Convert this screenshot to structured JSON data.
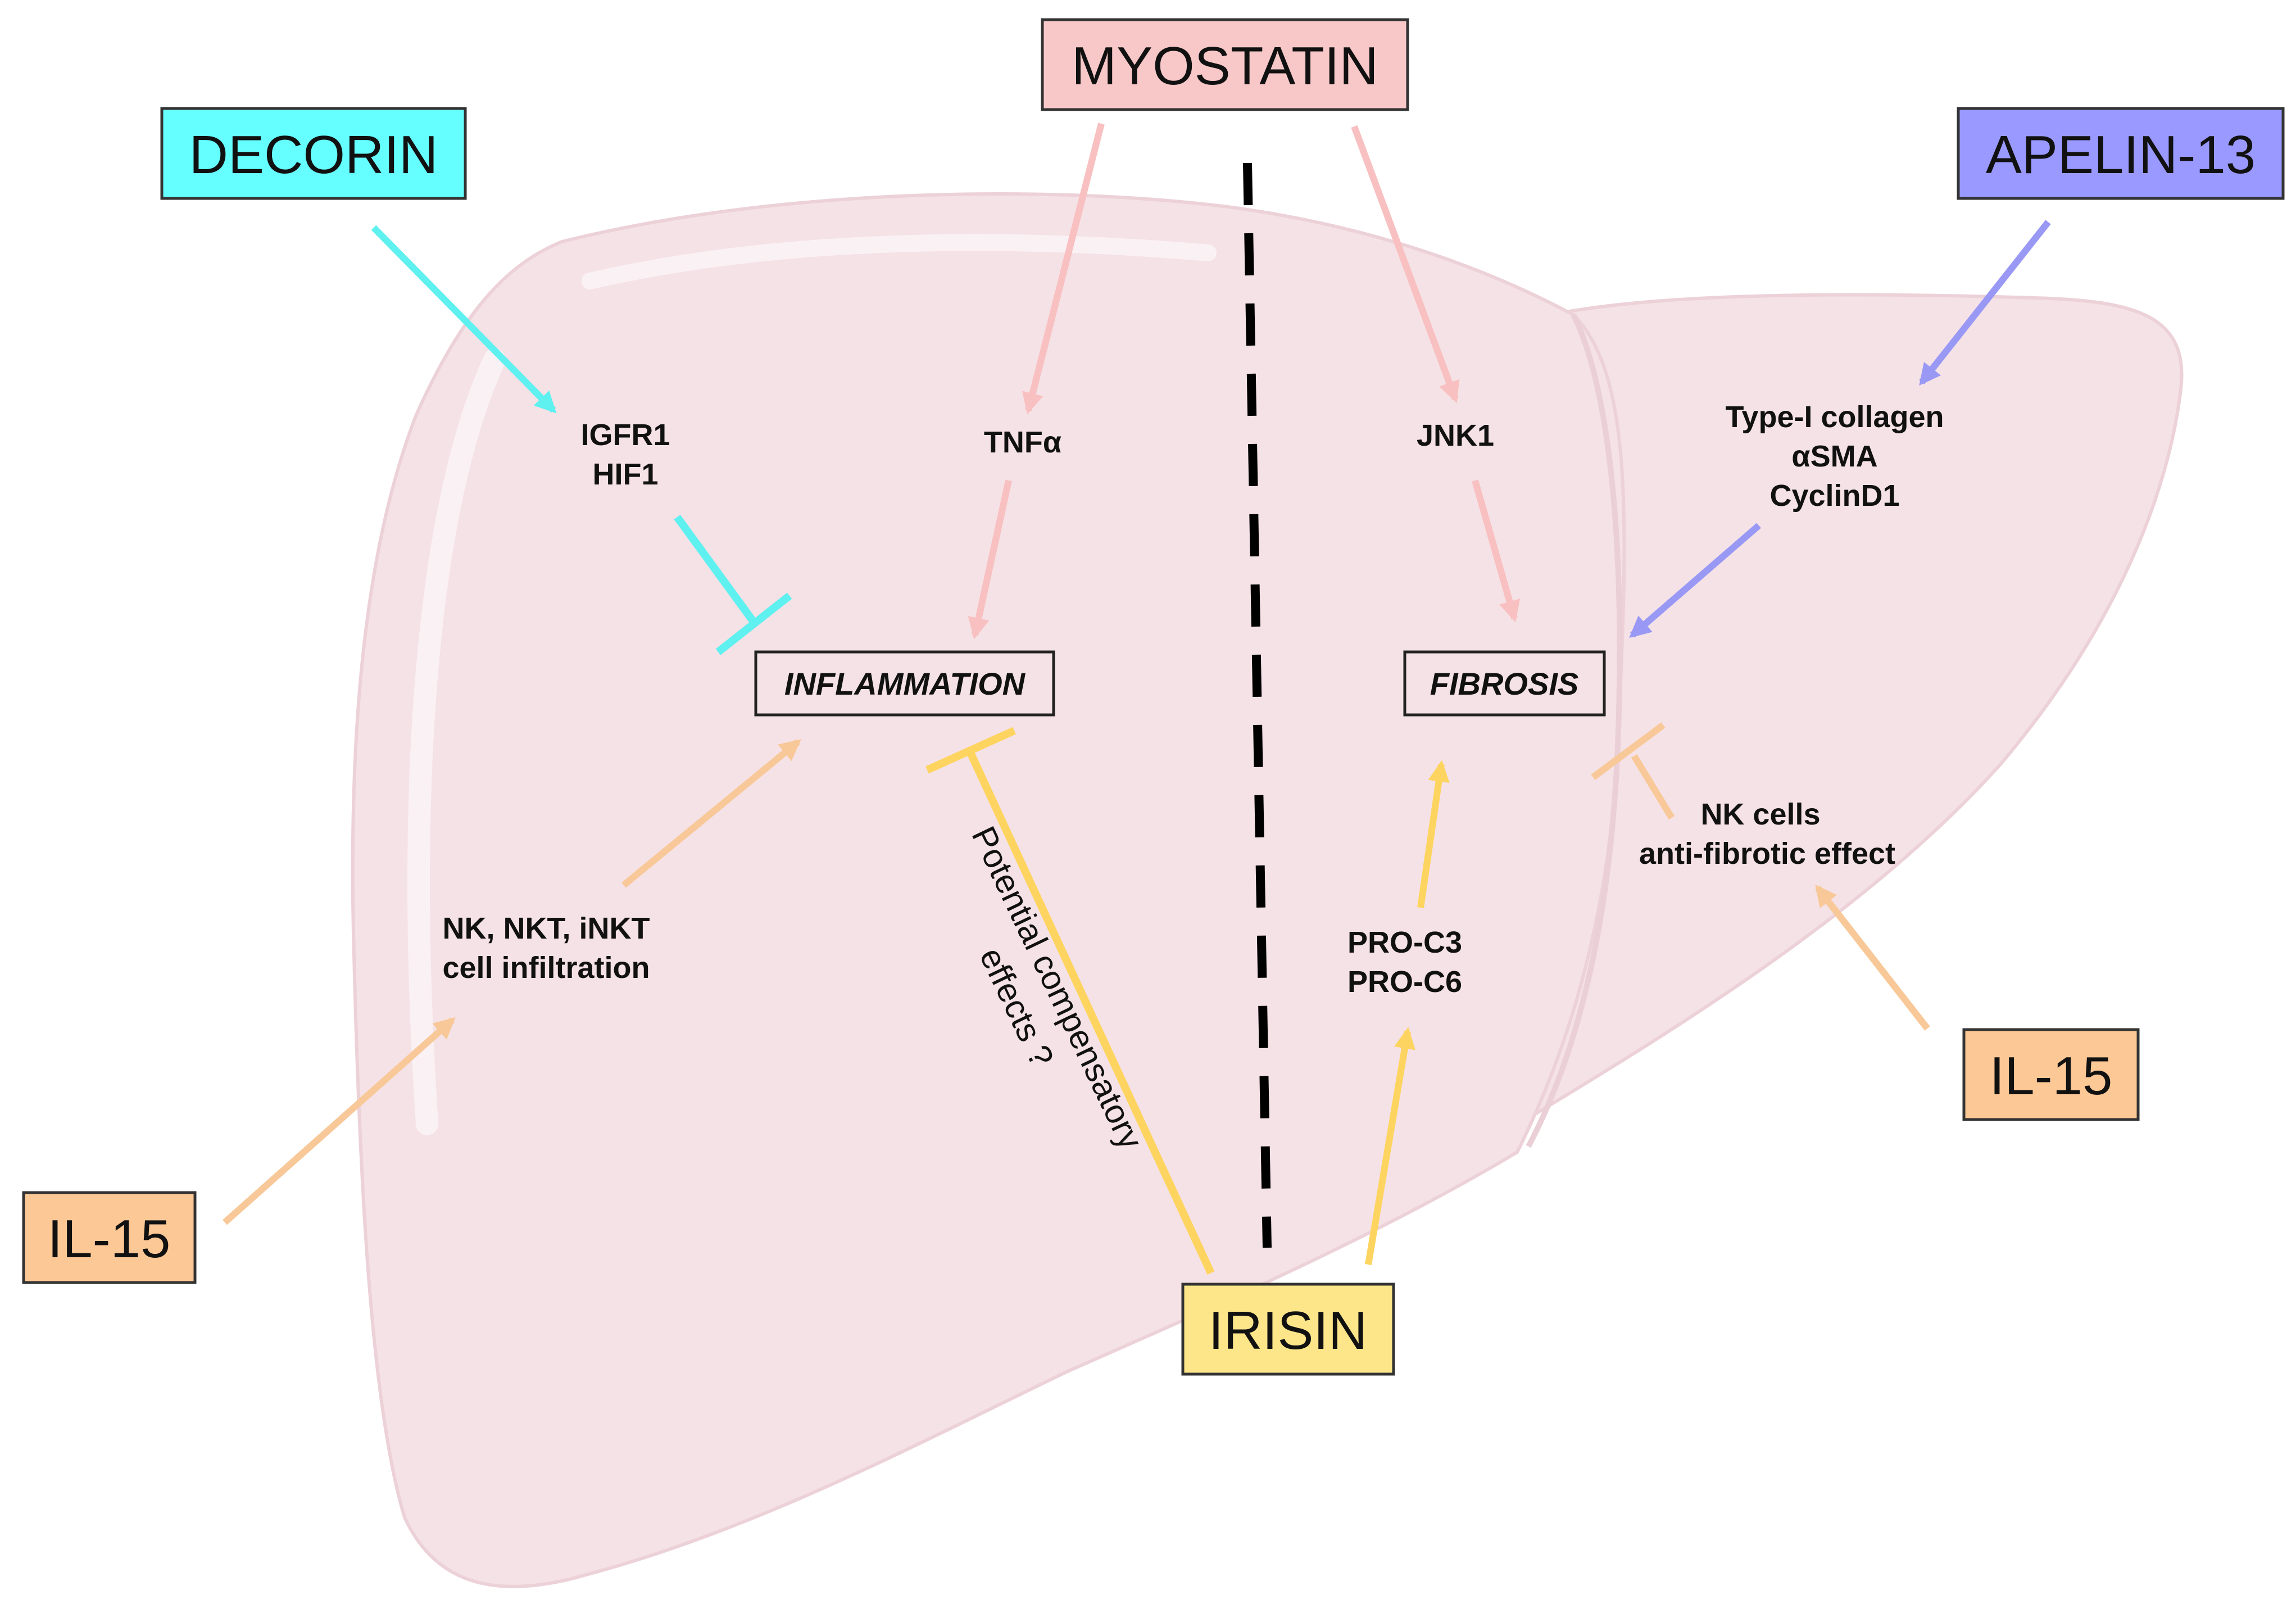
{
  "myokines": {
    "myostatin": "MYOSTATIN",
    "decorin": "DECORIN",
    "apelin13": "APELIN-13",
    "il15_left": "IL-15",
    "il15_right": "IL-15",
    "irisin": "IRISIN"
  },
  "mediators": {
    "igfr1": "IGFR1",
    "hif1": "HIF1",
    "tnfa": "TNFα",
    "jnk1": "JNK1",
    "type1_collagen": "Type-I collagen",
    "asma": "αSMA",
    "cyclind1": "CyclinD1",
    "nk_infiltration_line1": "NK, NKT, iNKT",
    "nk_infiltration_line2": "cell infiltration",
    "pro_c3": "PRO-C3",
    "pro_c6": "PRO-C6",
    "nk_cells": "NK cells",
    "anti_fibrotic": "anti-fibrotic  effect"
  },
  "outcomes": {
    "inflammation": "INFLAMMATION",
    "fibrosis": "FIBROSIS"
  },
  "annotation": {
    "line1": "Potential compensatory",
    "line2": "effects ?"
  },
  "colors": {
    "myostatin": "#f8c8c8",
    "decorin": "#66ffff",
    "apelin13": "#9999ff",
    "il15": "#fcc896",
    "irisin": "#fde68a",
    "liver_fill": "#f4e3e6",
    "irisin_arrow": "#fdd460",
    "myostatin_arrow": "#f8c0c0",
    "il15_arrow": "#f8c898",
    "decorin_arrow": "#66f0f0",
    "apelin_arrow": "#9999f5"
  }
}
